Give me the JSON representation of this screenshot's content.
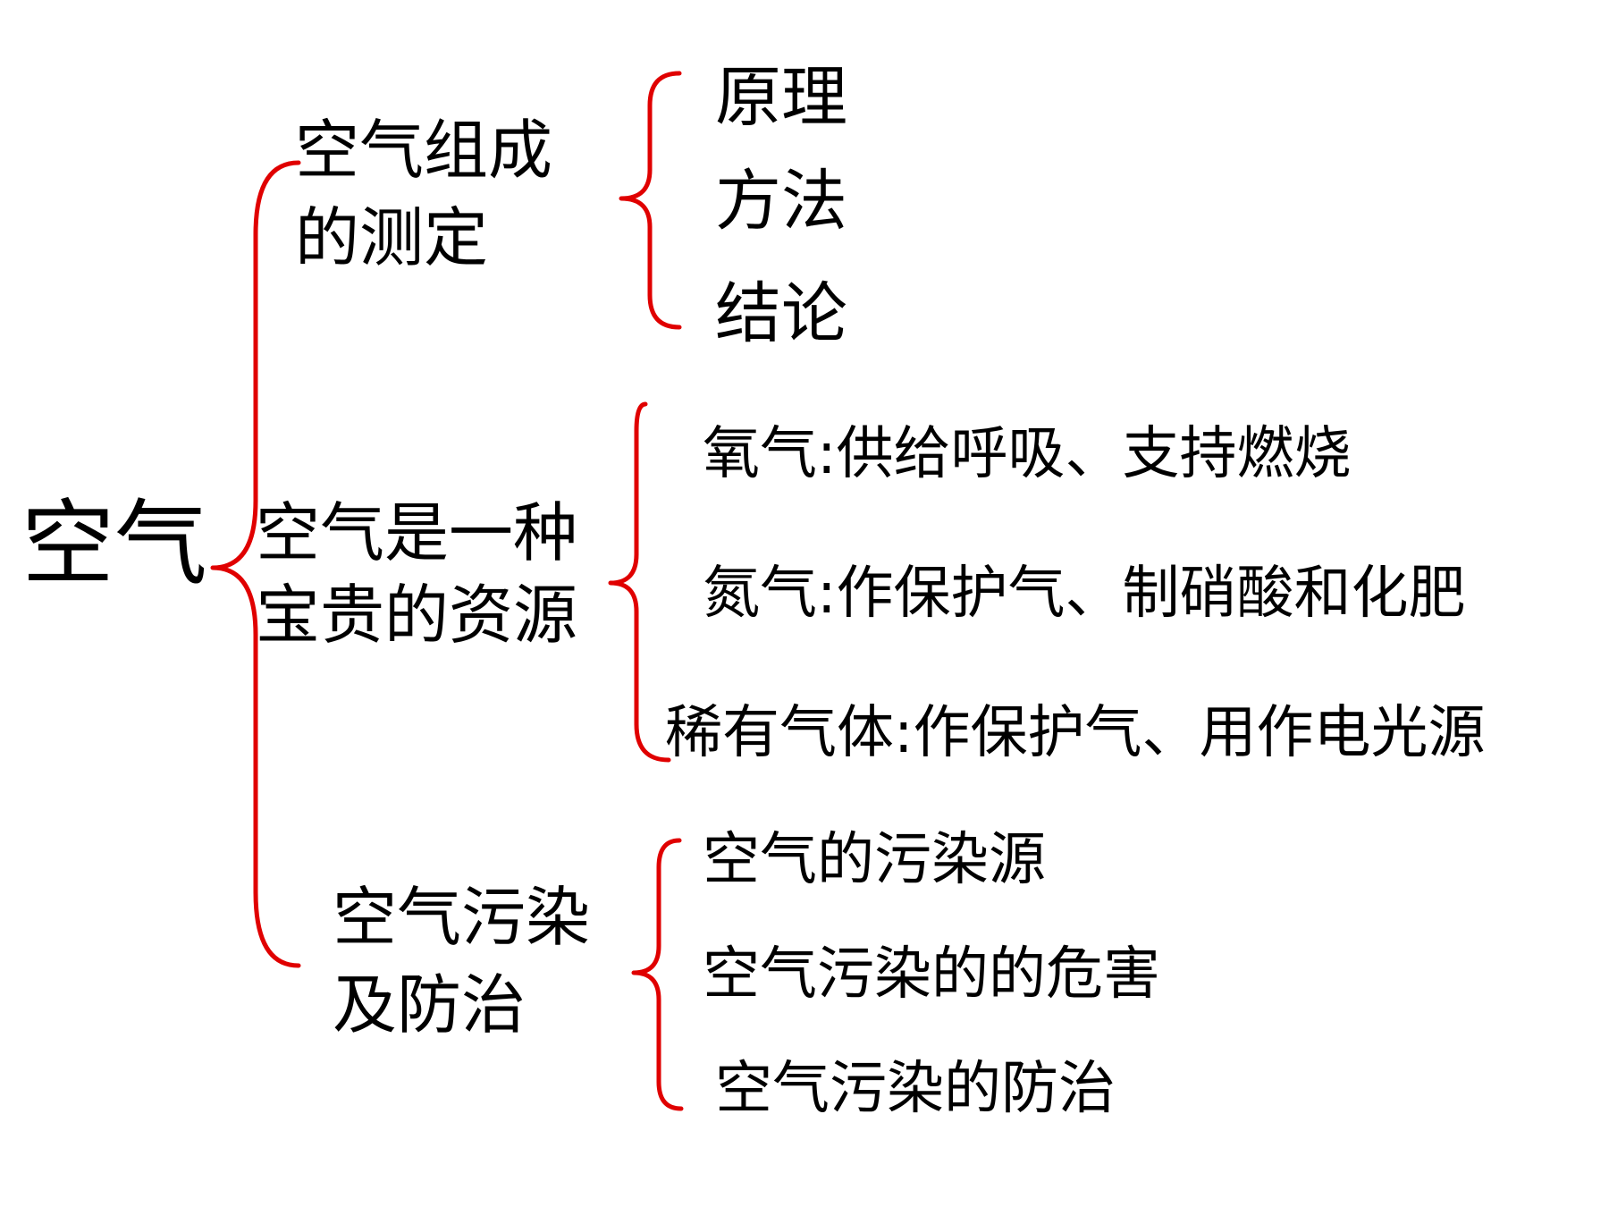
{
  "root": {
    "label": "空气"
  },
  "branches": [
    {
      "label_lines": [
        "空气组成",
        "的测定"
      ],
      "children": [
        "原理",
        "方法",
        "结论"
      ]
    },
    {
      "label_lines": [
        "空气是一种",
        "宝贵的资源"
      ],
      "children": [
        "氧气:供给呼吸、支持燃烧",
        "氮气:作保护气、制硝酸和化肥",
        "稀有气体:作保护气、用作电光源"
      ]
    },
    {
      "label_lines": [
        "空气污染",
        "及防治"
      ],
      "children": [
        "空气的污染源",
        "空气污染的的危害",
        "空气污染的防治"
      ]
    }
  ],
  "colors": {
    "brace": "#e00000",
    "text": "#000000",
    "background": "#ffffff"
  }
}
